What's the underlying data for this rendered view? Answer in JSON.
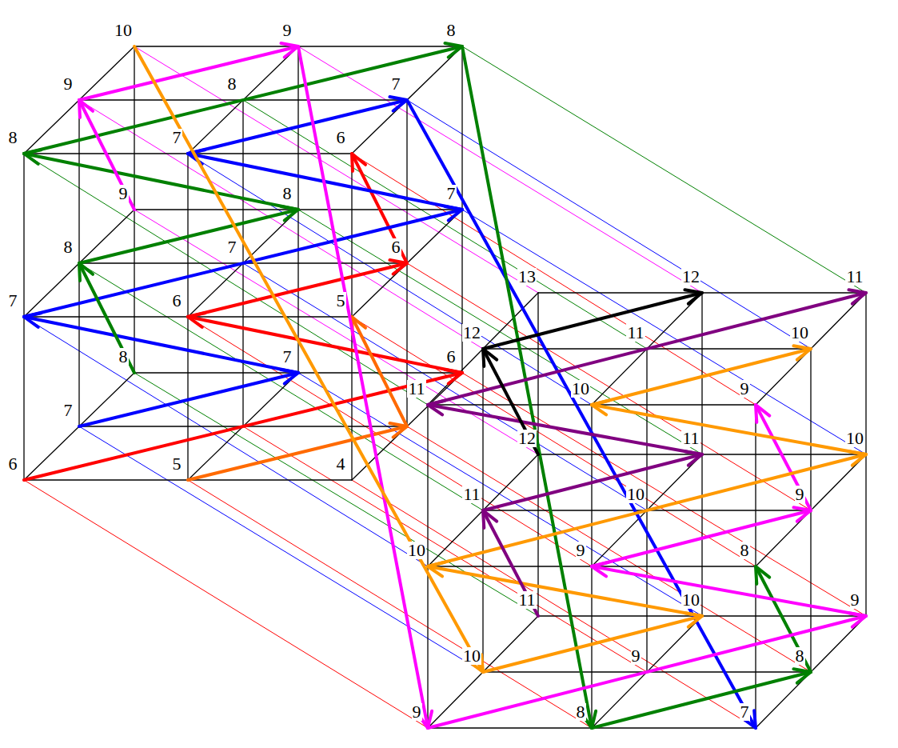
{
  "diagram": {
    "labels": [
      "10",
      "9",
      "8",
      "9",
      "8",
      "7",
      "8",
      "7",
      "6",
      "9",
      "8",
      "7",
      "8",
      "7",
      "6",
      "7",
      "6",
      "5",
      "8",
      "7",
      "6",
      "7",
      "6",
      "5",
      "4",
      "13",
      "12",
      "11",
      "12",
      "11",
      "10",
      "11",
      "10",
      "9",
      "12",
      "11",
      "10",
      "11",
      "10",
      "9",
      "10",
      "9",
      "8",
      "11",
      "10",
      "9",
      "10",
      "9",
      "8",
      "9",
      "8",
      "7"
    ]
  }
}
